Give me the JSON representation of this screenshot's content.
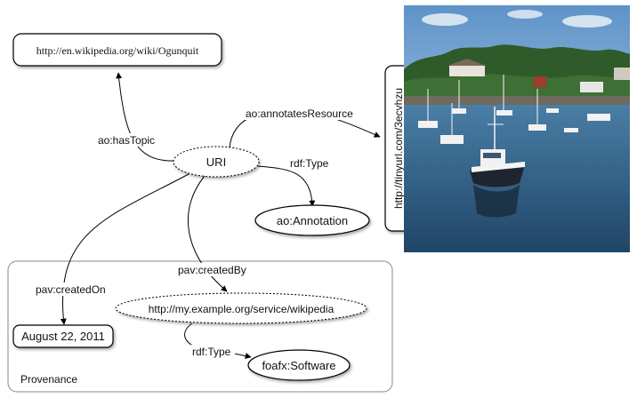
{
  "nodes": {
    "topic_uri": "http://en.wikipedia.org/wiki/Ogunquit",
    "center": "URI",
    "annotation_class": "ao:Annotation",
    "service": "http://my.example.org/service/wikipedia",
    "date": "August 22, 2011",
    "software": "foafx:Software",
    "image_uri": "http://tinyurl.com/3ecvhzu"
  },
  "edges": {
    "has_topic": "ao:hasTopic",
    "annotates_resource": "ao:annotatesResource",
    "rdf_type_1": "rdf:Type",
    "created_by": "pav:createdBy",
    "created_on": "pav:createdOn",
    "rdf_type_2": "rdf:Type"
  },
  "groups": {
    "provenance": "Provenance"
  },
  "image": {
    "description_icon": "harbor-photo",
    "colors": {
      "sky": "#8fb6d8",
      "water": "#2f5f86",
      "trees": "#2f5b2a"
    }
  }
}
